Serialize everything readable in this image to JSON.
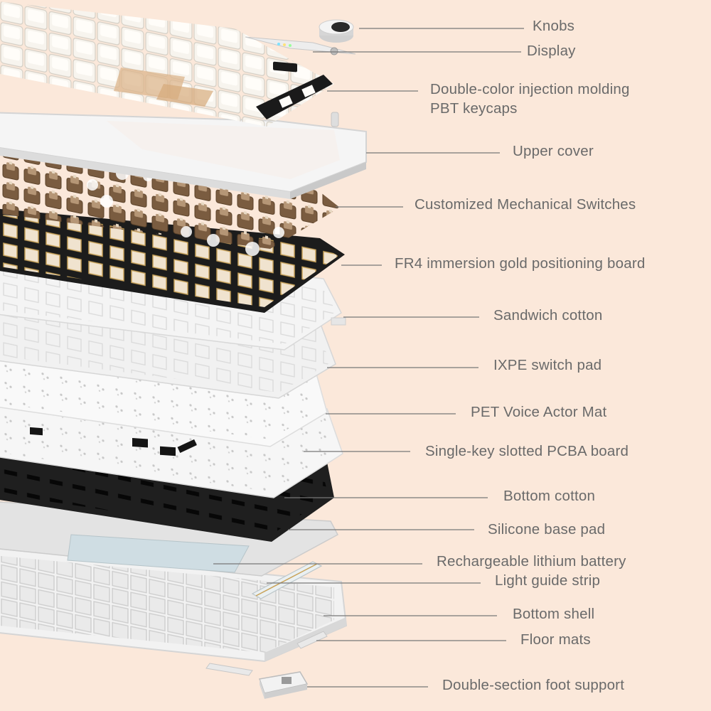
{
  "colors": {
    "background": "#fbe8da",
    "label_text": "#6a6a6a",
    "leader_line": "#777777",
    "keycap_cream": "#f4f1ea",
    "keycap_brown": "#c79a6b",
    "switch_brown": "#8a6a4a",
    "plate_black": "#1e1e1e",
    "plate_white": "#f3f3f3",
    "shell_white": "#eeeeee"
  },
  "labels": {
    "knobs": "Knobs",
    "display": "Display",
    "keycaps_line1": "Double-color injection molding",
    "keycaps_line2": "PBT keycaps",
    "upper_cover": "Upper cover",
    "switches": "Customized Mechanical Switches",
    "positioning_board": "FR4 immersion gold positioning board",
    "sandwich_cotton": "Sandwich cotton",
    "ixpe_pad": "IXPE switch pad",
    "pet_mat": "PET Voice Actor Mat",
    "pcba_board": "Single-key slotted PCBA board",
    "bottom_cotton": "Bottom cotton",
    "silicone_pad": "Silicone base pad",
    "battery": "Rechargeable lithium battery",
    "light_strip": "Light guide strip",
    "bottom_shell": "Bottom shell",
    "floor_mats": "Floor mats",
    "foot_support": "Double-section foot support"
  }
}
